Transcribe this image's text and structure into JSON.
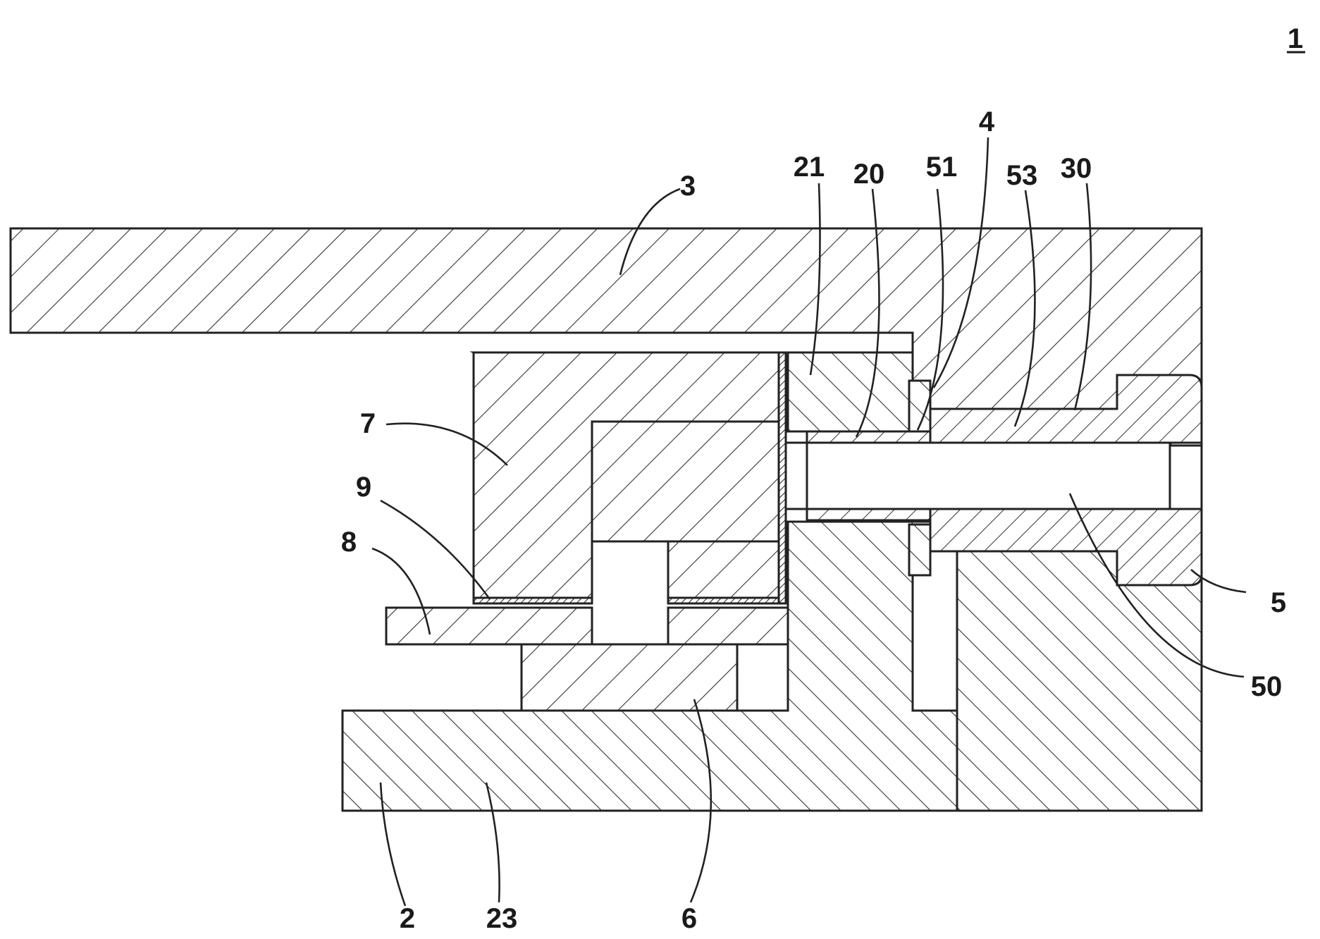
{
  "figure_label": "1",
  "labels": {
    "l3": "3",
    "l21": "21",
    "l20": "20",
    "l51": "51",
    "l4": "4",
    "l53": "53",
    "l30": "30",
    "l7": "7",
    "l9": "9",
    "l8": "8",
    "l5": "5",
    "l50": "50",
    "l2": "2",
    "l23": "23",
    "l6": "6"
  }
}
